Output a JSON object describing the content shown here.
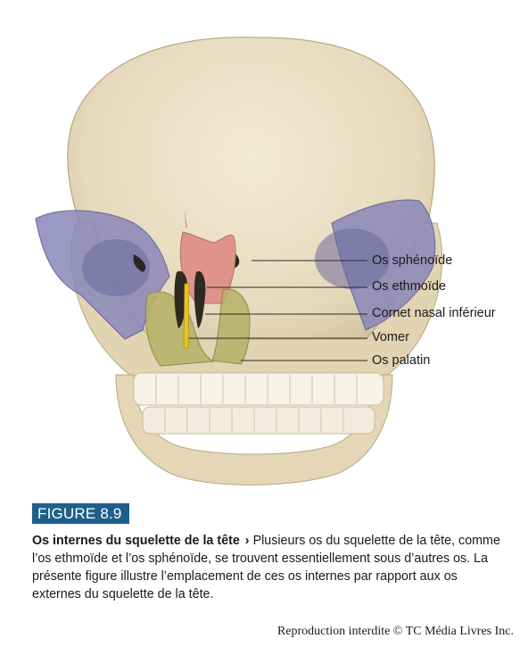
{
  "labels": [
    "Os sphénoïde",
    "Os ethmoïde",
    "Cornet nasal inférieur",
    "Vomer",
    "Os palatin"
  ],
  "figure_badge": "FIGURE 8.9",
  "caption": {
    "title": "Os internes du squelette de la tête",
    "separator": "›",
    "text": "Plusieurs os du squelette de la tête, comme l’os ethmoïde et l’os sphénoïde, se trouvent essentiellement sous d’autres os. La présente figure illustre l’emplacement de ces os internes par rapport aux os externes du squelette de la tête."
  },
  "copyright": "Reproduction interdite © TC Média Livres Inc.",
  "colors": {
    "bone": "#e8dcc0",
    "sphenoid": "#8a86b8",
    "ethmoid": "#e0938a",
    "vomer": "#e8c22a",
    "palatine": "#b7b36a",
    "badge": "#1f5f8b"
  }
}
